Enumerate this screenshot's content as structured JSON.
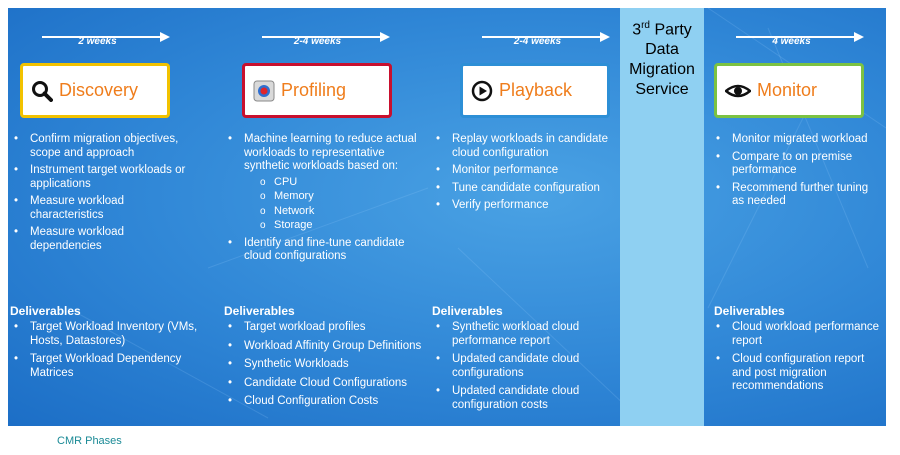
{
  "phases": [
    {
      "duration": "2 weeks",
      "label": "Discovery",
      "icon": "magnifier-icon",
      "border": "#f2c200",
      "items": [
        {
          "text": "Confirm migration objectives, scope and approach"
        },
        {
          "text": "Instrument target workloads or applications"
        },
        {
          "text": "Measure workload characteristics"
        },
        {
          "text": "Measure workload dependencies"
        }
      ],
      "deliverables_title": "Deliverables",
      "deliverables": [
        "Target Workload Inventory (VMs, Hosts, Datastores)",
        "Target Workload Dependency Matrices"
      ]
    },
    {
      "duration": "2-4 weeks",
      "label": "Profiling",
      "icon": "target-icon",
      "border": "#c8102e",
      "items": [
        {
          "text": "Machine learning to reduce actual workloads to representative synthetic workloads based on:",
          "sub": [
            "CPU",
            "Memory",
            "Network",
            "Storage"
          ]
        },
        {
          "text": "Identify and fine-tune candidate cloud configurations"
        }
      ],
      "deliverables_title": "Deliverables",
      "deliverables": [
        "Target workload profiles",
        "Workload Affinity Group Definitions",
        "Synthetic Workloads",
        "Candidate Cloud Configurations",
        "Cloud Configuration Costs"
      ]
    },
    {
      "duration": "2-4 weeks",
      "label": "Playback",
      "icon": "play-icon",
      "border": "#2d8fd6",
      "items": [
        {
          "text": "Replay workloads in candidate cloud configuration"
        },
        {
          "text": "Monitor performance"
        },
        {
          "text": "Tune candidate configuration"
        },
        {
          "text": "Verify performance"
        }
      ],
      "deliverables_title": "Deliverables",
      "deliverables": [
        "Synthetic workload cloud performance report",
        "Updated candidate cloud configurations",
        "Updated candidate cloud configuration costs"
      ]
    },
    {
      "duration": "4 weeks",
      "label": "Monitor",
      "icon": "eye-icon",
      "border": "#7cc242",
      "items": [
        {
          "text": "Monitor migrated workload"
        },
        {
          "text": "Compare to on premise performance"
        },
        {
          "text": "Recommend further tuning as needed"
        }
      ],
      "deliverables_title": "Deliverables",
      "deliverables": [
        "Cloud workload performance report",
        "Cloud configuration report and post migration recommendations"
      ]
    }
  ],
  "third_party": {
    "line1_prefix": "3",
    "line1_sup": "rd",
    "line1_suffix": " Party",
    "line2": "Data",
    "line3": "Migration",
    "line4": "Service"
  },
  "caption": "CMR Phases",
  "colors": {
    "accent_orange": "#ef7d1c",
    "caption_teal": "#1a8a96",
    "third_party_bg": "#8fd0f2"
  }
}
